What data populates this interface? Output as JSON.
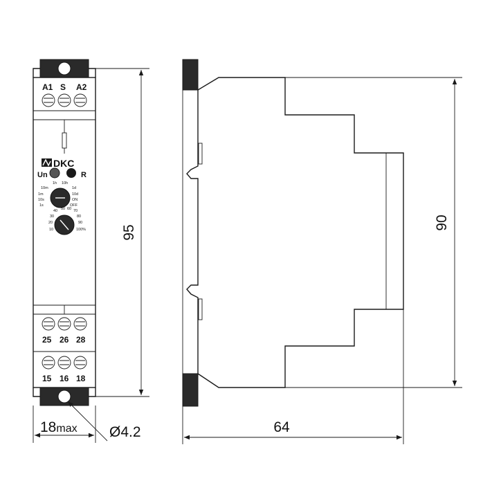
{
  "brand": "DKC",
  "indicators": {
    "power": "Un",
    "relay": "R"
  },
  "terminals": {
    "top": [
      "A1",
      "S",
      "A2"
    ],
    "middle": [
      "25",
      "26",
      "28"
    ],
    "bottom": [
      "15",
      "16",
      "18"
    ]
  },
  "range_dial": {
    "labels": [
      "1h",
      "10h",
      "10m",
      "1d",
      "1m",
      "10d",
      "10s",
      "ON",
      "1s",
      "OFF"
    ]
  },
  "percent_dial": {
    "labels": [
      "40",
      "50",
      "60",
      "70",
      "30",
      "80",
      "20",
      "90",
      "10",
      "100%"
    ]
  },
  "dimensions": {
    "front_height": "95",
    "width": "18",
    "width_suffix": "max",
    "hole": "Ø4.2",
    "depth": "64",
    "rail_height": "90"
  }
}
